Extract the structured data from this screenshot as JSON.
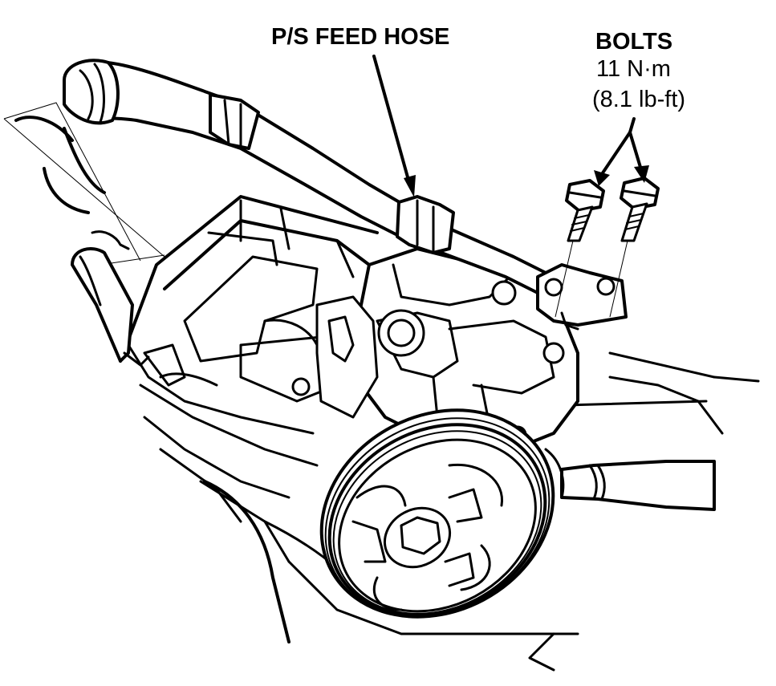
{
  "labels": {
    "feed_hose": "P/S FEED HOSE",
    "bolts": "BOLTS",
    "torque_metric": "11 N·m",
    "torque_imperial": "(8.1 lb-ft)"
  },
  "icons": {
    "callout_arrows": "arrow-icon"
  },
  "colors": {
    "line": "#000000",
    "background": "#ffffff"
  }
}
